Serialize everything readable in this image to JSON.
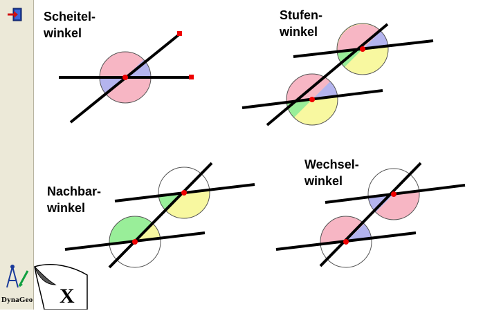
{
  "toolbar": {
    "exit_icon": "exit-door-icon"
  },
  "logo": {
    "text": "DynaGeo",
    "icon": "compass-logo-icon",
    "page_icon": "page-curl-x-icon",
    "page_letter": "X"
  },
  "colors": {
    "red": "#f7b6c4",
    "blue": "#b4b4ee",
    "green": "#99ee99",
    "yellow": "#f8f8a0",
    "point": "#ee0000",
    "line": "#000000"
  },
  "diagrams": [
    {
      "id": "scheitel",
      "title_lines": [
        "Scheitel-",
        "winkel"
      ]
    },
    {
      "id": "stufen",
      "title_lines": [
        "Stufen-",
        "winkel"
      ]
    },
    {
      "id": "nachbar",
      "title_lines": [
        "Nachbar-",
        "winkel"
      ]
    },
    {
      "id": "wechsel",
      "title_lines": [
        "Wechsel-",
        "winkel"
      ]
    }
  ]
}
